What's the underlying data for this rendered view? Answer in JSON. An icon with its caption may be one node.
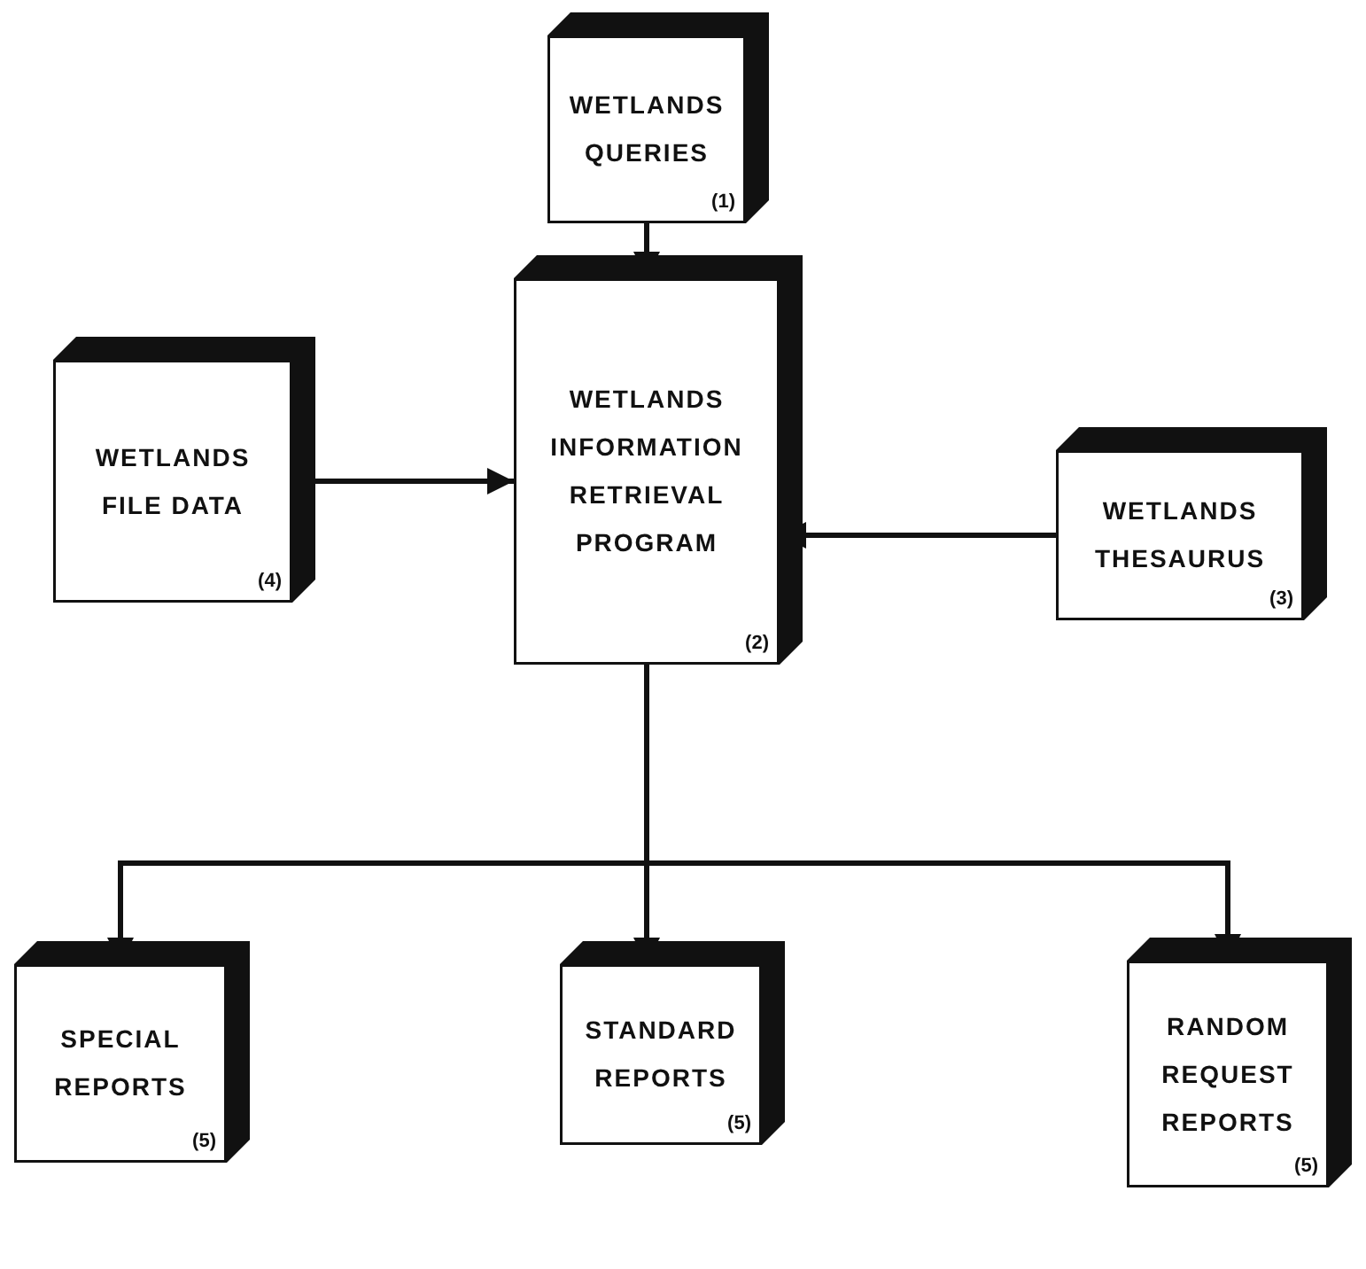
{
  "diagram": {
    "nodes": [
      {
        "text": [
          "WETLANDS QUERIES",
          "(1)"
        ]
      },
      {
        "text": [
          "WETLANDS INFORMATION RETRIEVAL PROGRAM",
          "(2)"
        ]
      },
      {
        "text": [
          "WETLANDS FILE DATA",
          "(4)"
        ]
      },
      {
        "text": [
          "WETLANDS THESAURUS",
          "(3)"
        ]
      },
      {
        "text": [
          "SPECIAL REPORTS",
          "(5)"
        ]
      },
      {
        "text": [
          "STANDARD REPORTS",
          "(5)"
        ]
      },
      {
        "text": [
          "RANDOM REQUEST REPORTS",
          "(5)"
        ]
      }
    ],
    "edges": [
      {
        "from": 0,
        "to": 1,
        "arrow": "to"
      },
      {
        "from": 2,
        "to": 1,
        "arrow": "to"
      },
      {
        "from": 3,
        "to": 1,
        "arrow": "to"
      },
      {
        "from": 1,
        "to": 4,
        "arrow": "to"
      },
      {
        "from": 1,
        "to": 5,
        "arrow": "to"
      },
      {
        "from": 1,
        "to": 6,
        "arrow": "to"
      }
    ]
  }
}
